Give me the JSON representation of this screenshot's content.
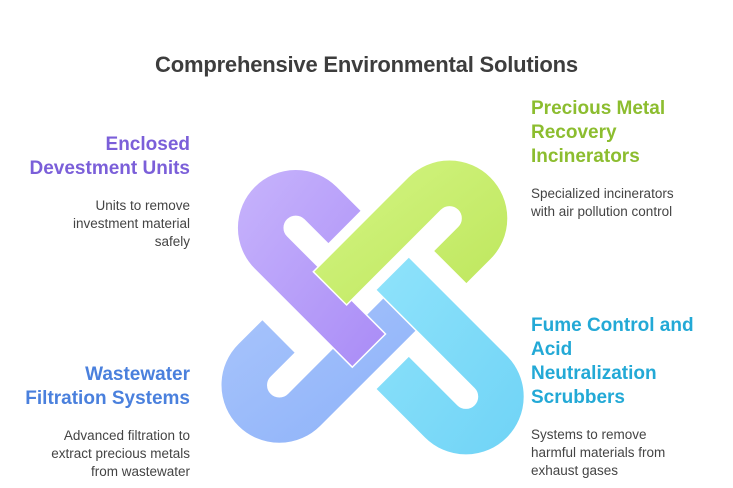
{
  "title": "Comprehensive Environmental Solutions",
  "colors": {
    "purple": "#bca3fb",
    "purple_text": "#7b5fd9",
    "green": "#c7f06a",
    "green_text": "#8cbd2f",
    "blue": "#9bbcfb",
    "blue_text": "#4a80dd",
    "cyan": "#7fdcfa",
    "cyan_text": "#23a9d6"
  },
  "items": [
    {
      "heading": [
        "Enclosed",
        "Devestment Units"
      ],
      "description": [
        "Units to remove",
        "investment material",
        "safely"
      ]
    },
    {
      "heading": [
        "Precious Metal",
        "Recovery",
        "Incinerators"
      ],
      "description": [
        "Specialized incinerators",
        "with air pollution control"
      ]
    },
    {
      "heading": [
        "Wastewater",
        "Filtration Systems"
      ],
      "description": [
        "Advanced filtration to",
        "extract precious metals",
        "from wastewater"
      ]
    },
    {
      "heading": [
        "Fume Control and",
        "Acid",
        "Neutralization",
        "Scrubbers"
      ],
      "description": [
        "Systems to remove",
        "harmful materials from",
        "exhaust gases"
      ]
    }
  ]
}
